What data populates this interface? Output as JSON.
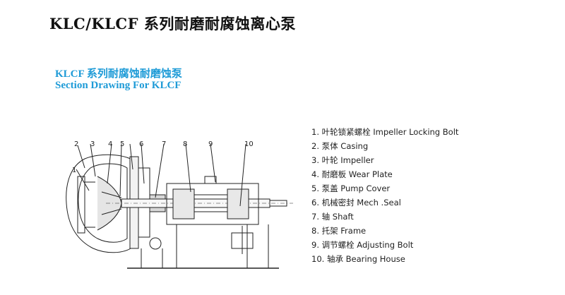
{
  "title": "KLC/KLCF 系列耐磨耐腐蚀离心泵",
  "section": {
    "line1": "KLCF 系列耐腐蚀耐磨蚀泵",
    "line2": "Section Drawing  For KLCF"
  },
  "callouts": [
    "1",
    "2",
    "3",
    "4",
    "5",
    "6",
    "7",
    "8",
    "9",
    "10"
  ],
  "parts": [
    "1. 叶轮锁紧螺栓 Impeller Locking Bolt",
    "2. 泵体 Casing",
    "3. 叶轮 Impeller",
    "4. 耐磨板 Wear Plate",
    "5. 泵盖 Pump Cover",
    "6. 机械密封 Mech .Seal",
    "7. 轴 Shaft",
    "8. 托架 Frame",
    "9. 调节螺栓 Adjusting Bolt",
    "10. 轴承 Bearing House"
  ],
  "colors": {
    "accent": "#1e9bd7",
    "line": "#222222"
  }
}
